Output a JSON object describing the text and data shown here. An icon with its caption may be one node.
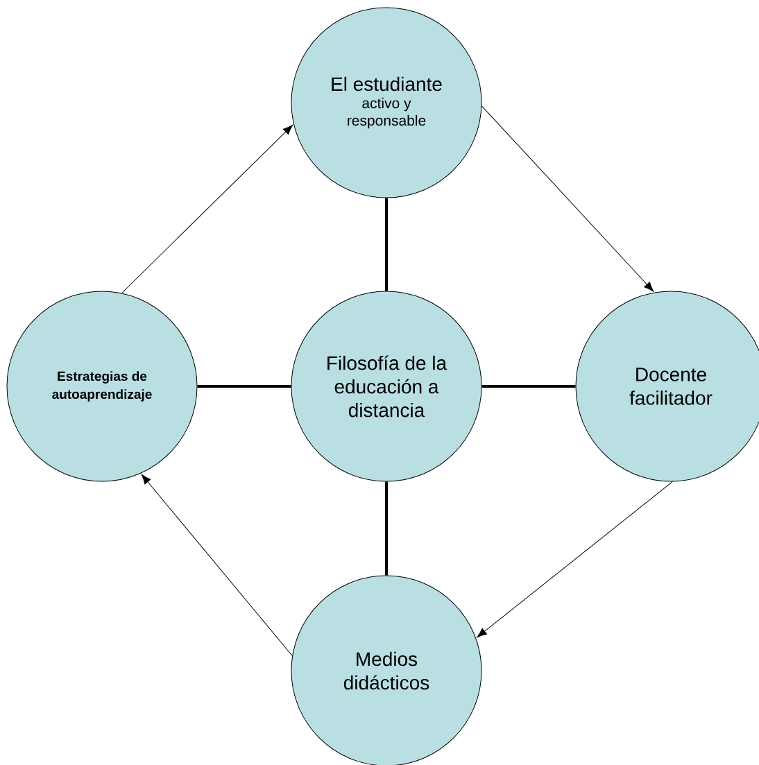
{
  "diagram": {
    "nodes": [
      {
        "text": [
          "El estudiante",
          "activo y responsable"
        ]
      },
      {
        "text": [
          "**Estrategias de autoaprendizaje**"
        ]
      },
      {
        "text": [
          "Filosofía de la educación a distancia"
        ]
      },
      {
        "text": [
          "Docente facilitador"
        ]
      },
      {
        "text": [
          "Medios didácticos"
        ]
      }
    ],
    "edges": [
      {
        "from": 2,
        "to": 0,
        "arrow": "none",
        "style": "thick"
      },
      {
        "from": 2,
        "to": 1,
        "arrow": "none",
        "style": "thick"
      },
      {
        "from": 2,
        "to": 3,
        "arrow": "none",
        "style": "thick"
      },
      {
        "from": 2,
        "to": 4,
        "arrow": "none",
        "style": "thick"
      },
      {
        "from": 1,
        "to": 0,
        "arrow": "to"
      },
      {
        "from": 0,
        "to": 3,
        "arrow": "to"
      },
      {
        "from": 3,
        "to": 4,
        "arrow": "to"
      },
      {
        "from": 4,
        "to": 1,
        "arrow": "to"
      }
    ]
  }
}
